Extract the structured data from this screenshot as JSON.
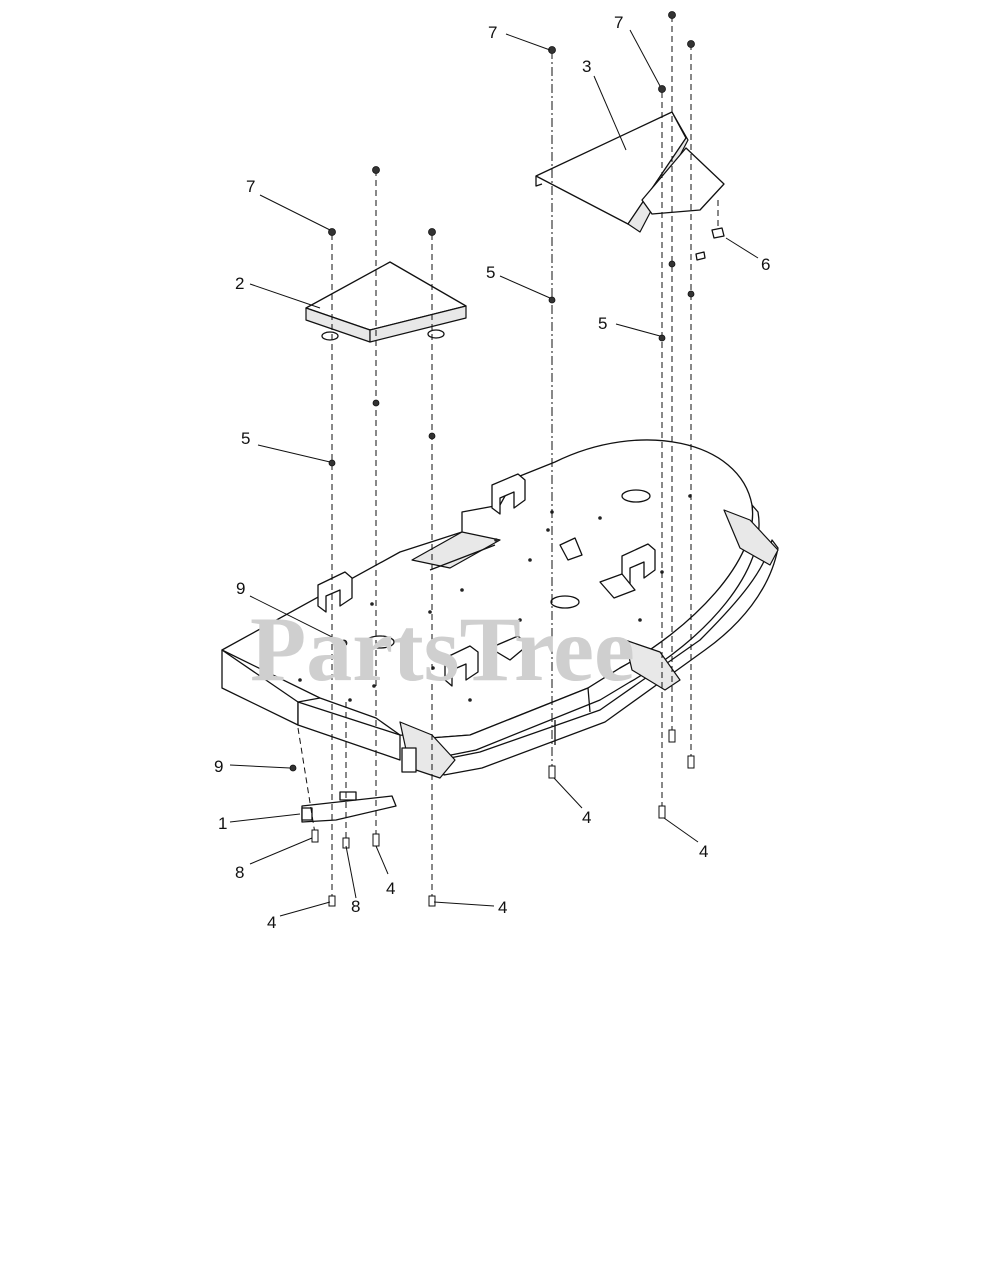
{
  "watermark": "PartsTree",
  "callouts": {
    "c1": "1",
    "c2": "2",
    "c3": "3",
    "c4a": "4",
    "c4b": "4",
    "c4c": "4",
    "c4d": "4",
    "c4e": "4",
    "c5a": "5",
    "c5b": "5",
    "c5c": "5",
    "c6": "6",
    "c7a": "7",
    "c7b": "7",
    "c7c": "7",
    "c8a": "8",
    "c8b": "8",
    "c9a": "9",
    "c9b": "9"
  }
}
